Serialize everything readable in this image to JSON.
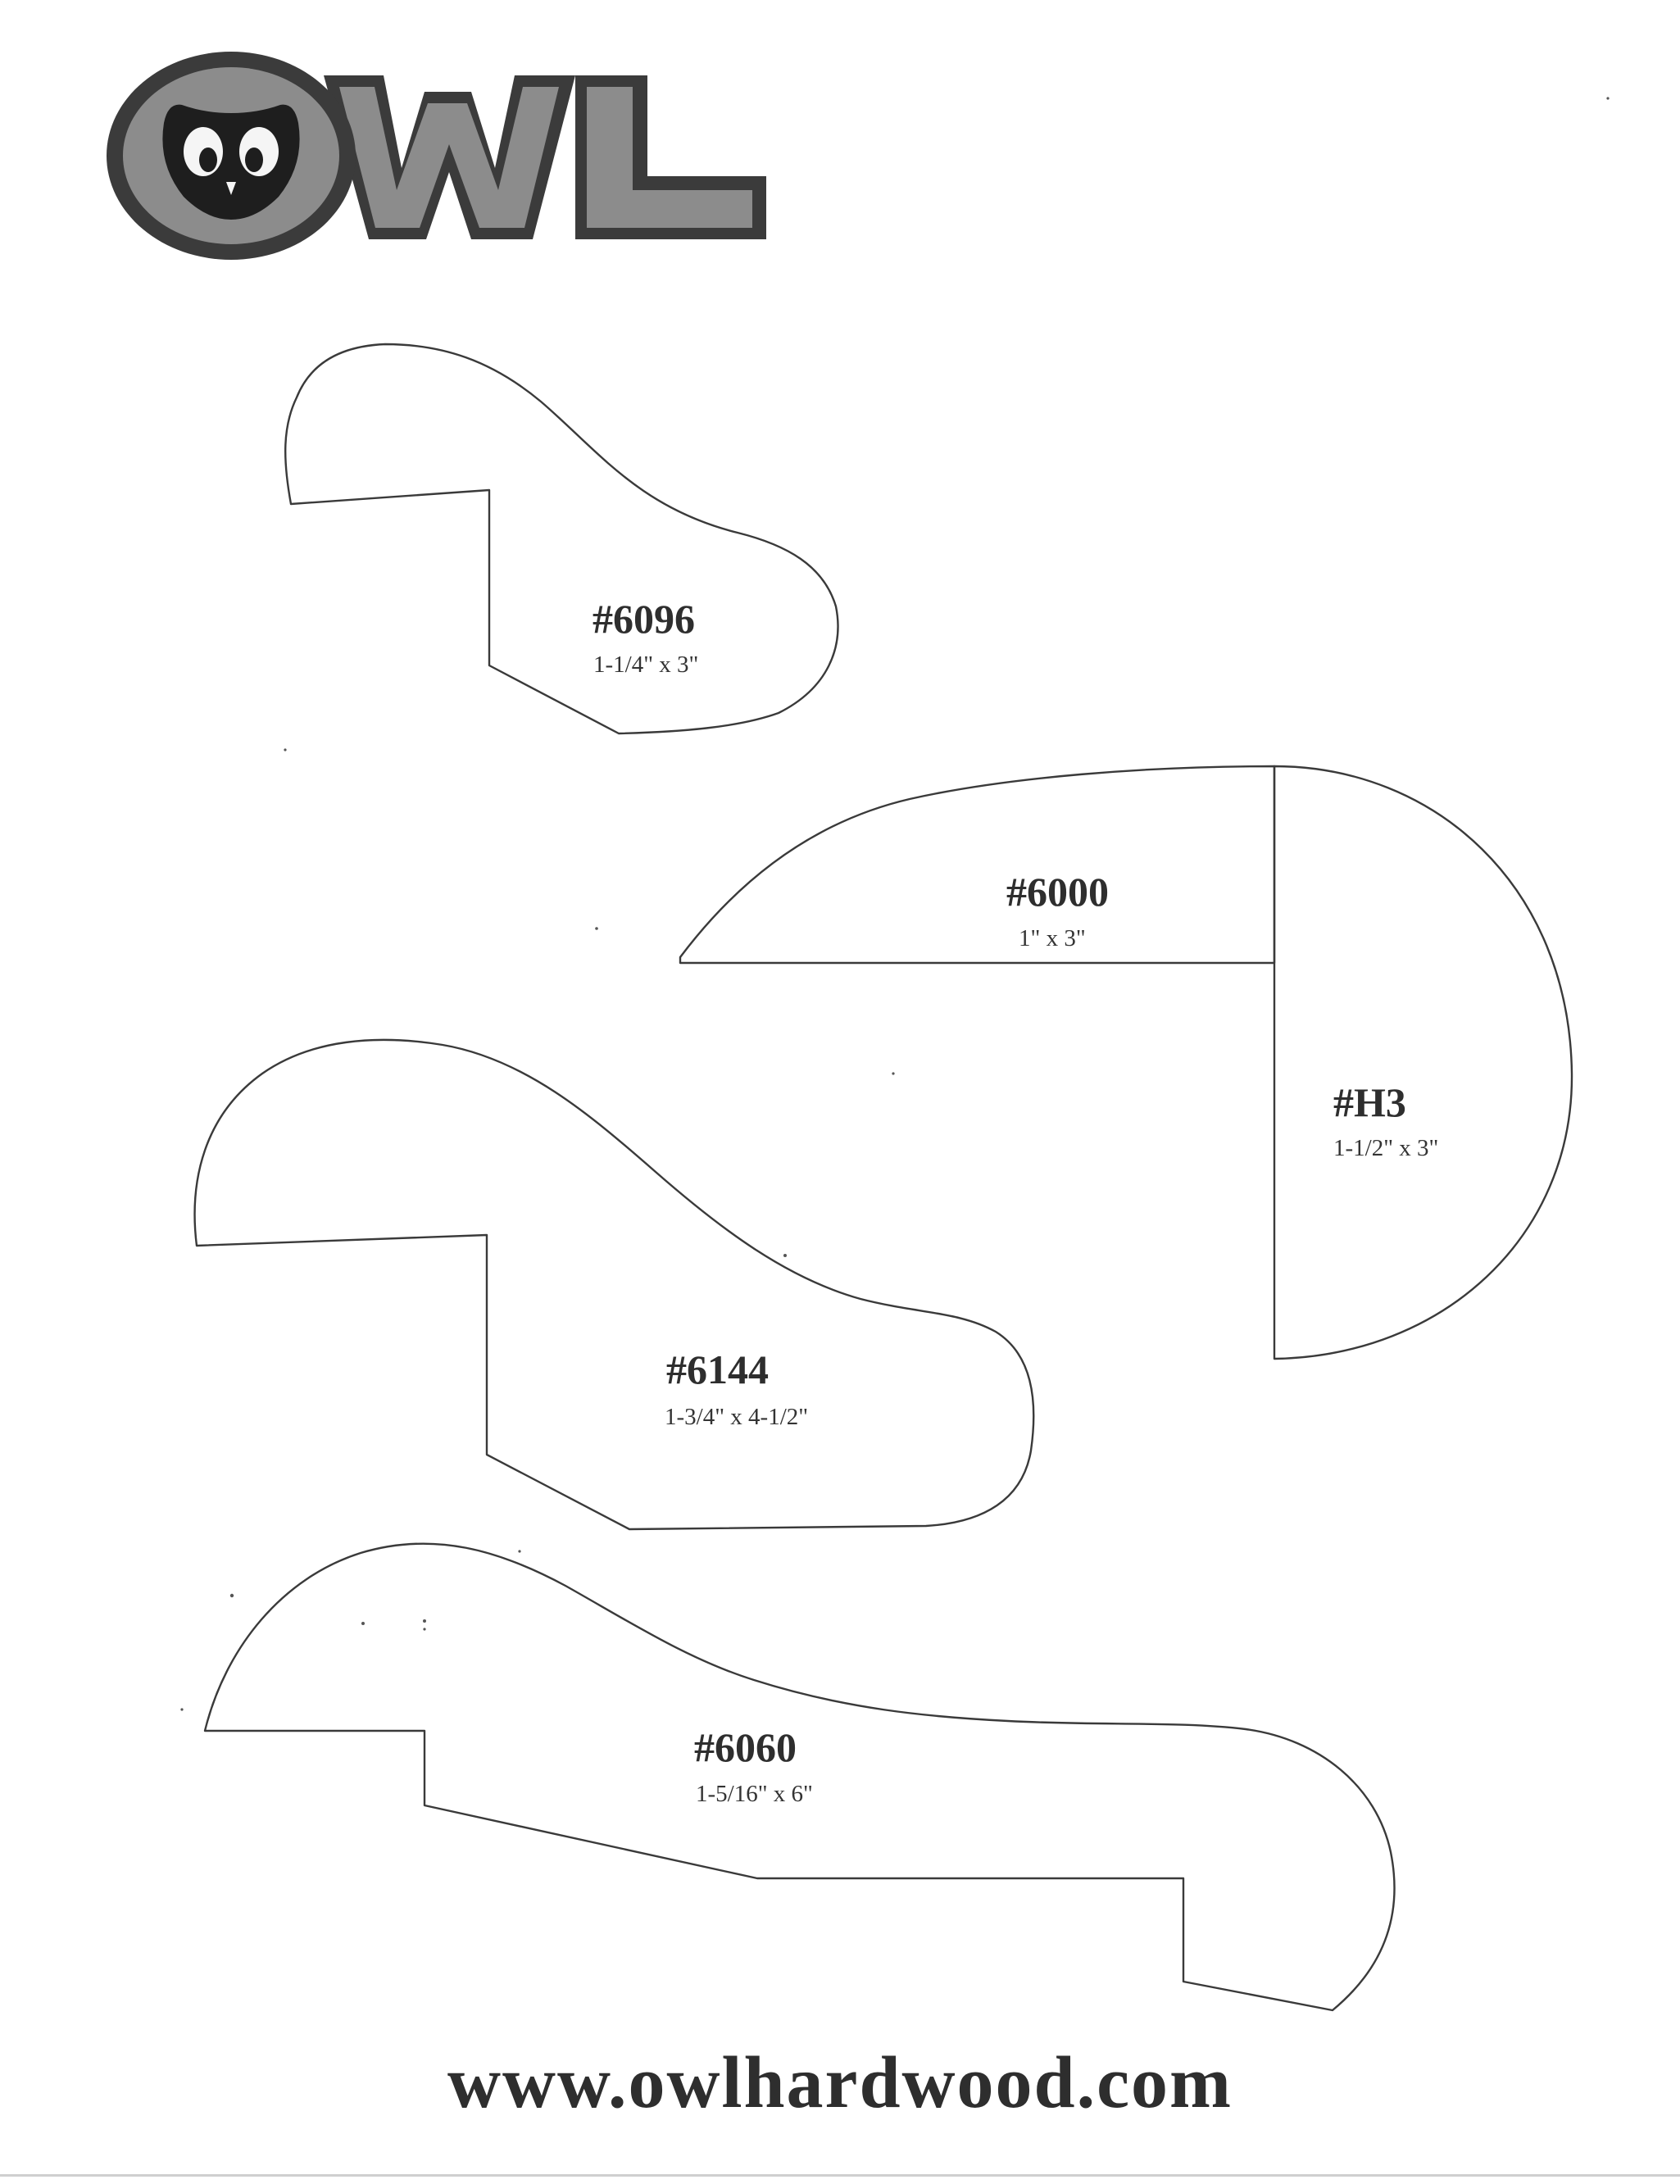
{
  "logo": {
    "text": "OWL",
    "letters_after_o": "WL",
    "colors": {
      "outer": "#3b3b3b",
      "inner": "#8c8c8c",
      "face": "#1e1e1e",
      "eyes": "#f5f5f5"
    }
  },
  "profiles": [
    {
      "number": "#6096",
      "size": "1-1/4\" x 3\""
    },
    {
      "number": "#6000",
      "size": "1\" x 3\""
    },
    {
      "number": "#H3",
      "size": "1-1/2\" x 3\""
    },
    {
      "number": "#6144",
      "size": "1-3/4\" x 4-1/2\""
    },
    {
      "number": "#6060",
      "size": "1-5/16\" x 6\""
    }
  ],
  "footer": {
    "website": "www.owlhardwood.com"
  },
  "colors": {
    "outline": "#3a3a3a",
    "text": "#2e2e2e"
  }
}
